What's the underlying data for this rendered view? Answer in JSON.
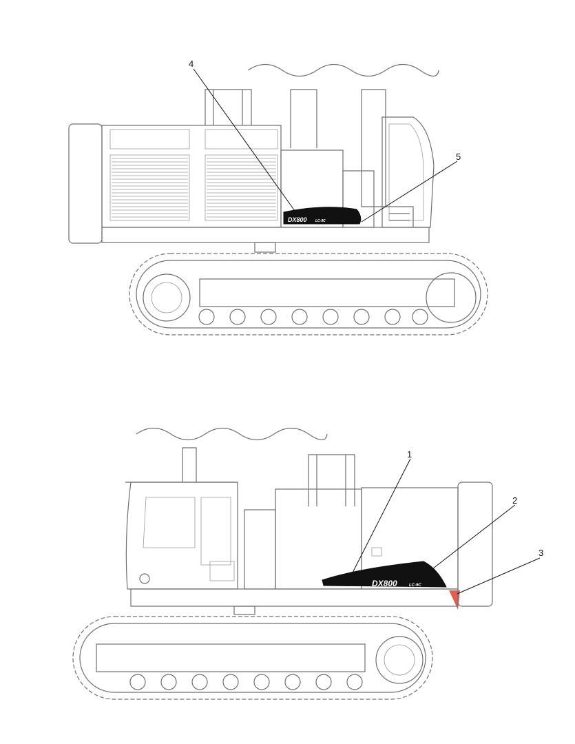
{
  "callouts": [
    {
      "id": "1",
      "label": "1"
    },
    {
      "id": "2",
      "label": "2"
    },
    {
      "id": "3",
      "label": "3"
    },
    {
      "id": "4",
      "label": "4"
    },
    {
      "id": "5",
      "label": "5"
    }
  ],
  "decal": {
    "model_text": "DX800",
    "suffix_text": "LC-9C"
  },
  "colors": {
    "line": "#6f6f6f",
    "decal": "#111111",
    "reflector": "#e06050"
  }
}
